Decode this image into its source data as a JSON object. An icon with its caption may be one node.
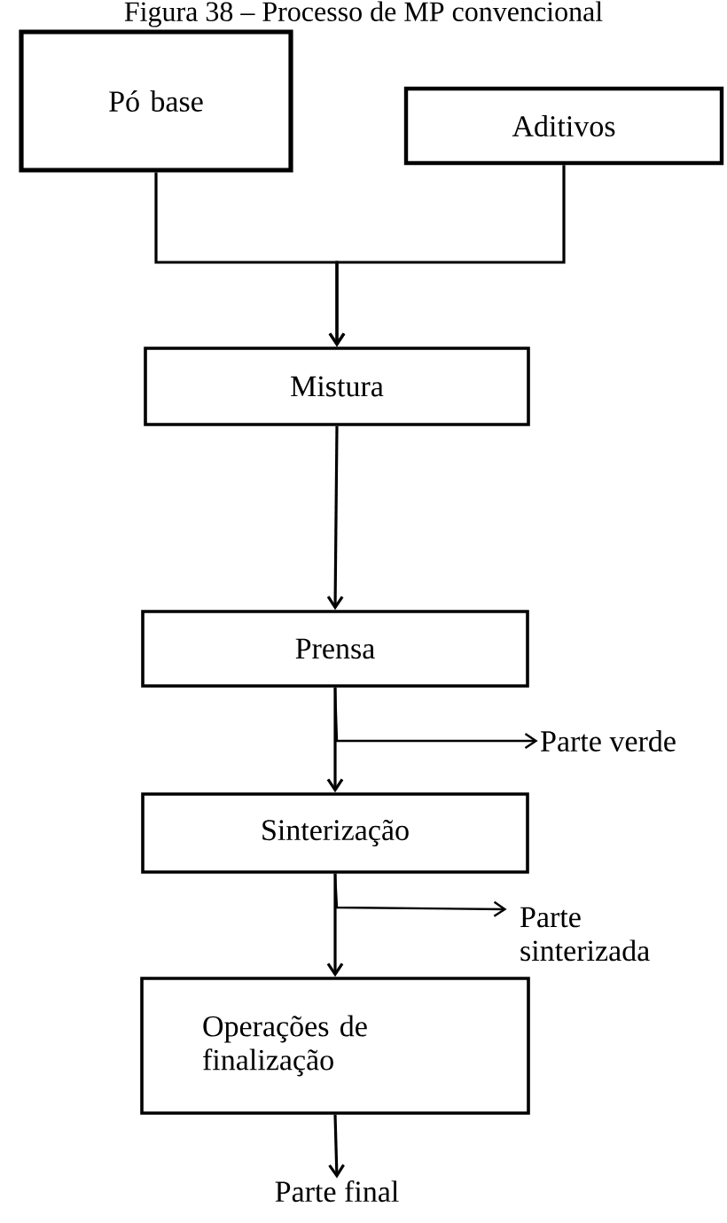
{
  "diagram": {
    "title": "Figura 38 – Processo de MP convencional",
    "nodes": [
      {
        "text": [
          "Pó base"
        ]
      },
      {
        "text": [
          "Aditivos"
        ]
      },
      {
        "text": [
          "Mistura"
        ]
      },
      {
        "text": [
          "Prensa"
        ]
      },
      {
        "text": [
          "Sinterização"
        ]
      },
      {
        "text": [
          "Operações de finalização"
        ]
      },
      {
        "text": [
          "Parte verde"
        ]
      },
      {
        "text": [
          "Parte sinterizada"
        ]
      },
      {
        "text": [
          "Parte final"
        ]
      }
    ],
    "edges": [
      {
        "from": 0,
        "to": 2,
        "arrow": "to"
      },
      {
        "from": 1,
        "to": 2,
        "arrow": "to"
      },
      {
        "from": 2,
        "to": 3,
        "arrow": "to"
      },
      {
        "from": 3,
        "to": 4,
        "arrow": "to"
      },
      {
        "from": 3,
        "to": 6,
        "arrow": "to"
      },
      {
        "from": 4,
        "to": 5,
        "arrow": "to"
      },
      {
        "from": 4,
        "to": 7,
        "arrow": "to"
      },
      {
        "from": 5,
        "to": 8,
        "arrow": "to"
      }
    ]
  }
}
